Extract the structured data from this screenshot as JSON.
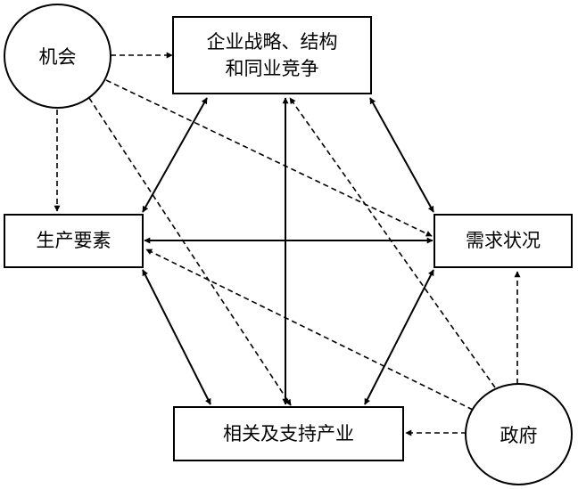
{
  "nodes": {
    "strategy": {
      "line1": "企业战略、结构",
      "line2": "和同业竞争"
    },
    "factors": {
      "label": "生产要素"
    },
    "demand": {
      "label": "需求状况"
    },
    "related": {
      "label": "相关及支持产业"
    },
    "chance": {
      "label": "机会"
    },
    "government": {
      "label": "政府"
    }
  },
  "colors": {
    "line": "#000000",
    "background": "#ffffff"
  }
}
